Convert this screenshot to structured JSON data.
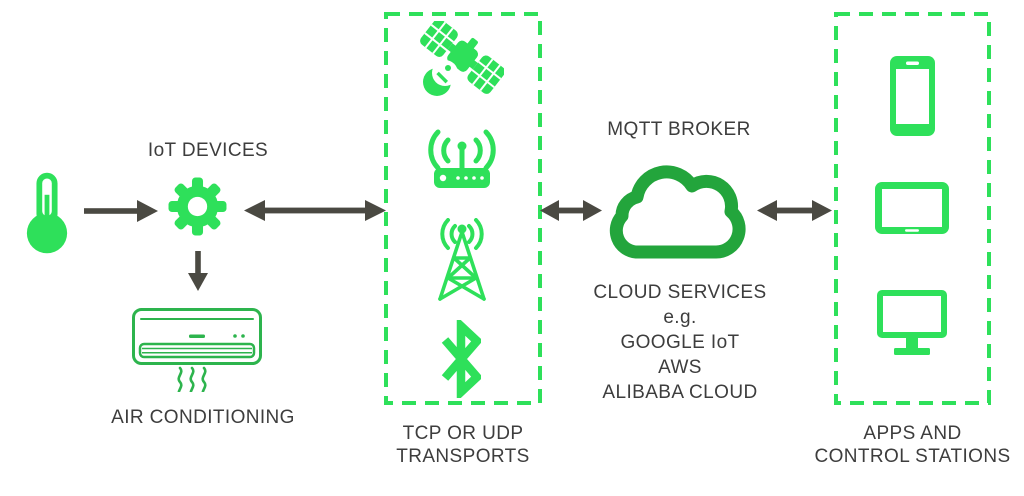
{
  "colors": {
    "bright_green": "#2ee05a",
    "ac_green": "#2db44d",
    "cloud_green": "#23a53c",
    "arrow_gray": "#4a4942",
    "text": "#3d3d3d",
    "background": "#ffffff"
  },
  "devices": {
    "label": "IoT DEVICES",
    "sensor_icon": "thermometer-icon",
    "hub_icon": "gear-icon"
  },
  "air_conditioning": {
    "label": "AIR CONDITIONING",
    "icon": "air-conditioner-icon"
  },
  "transports": {
    "label_line1": "TCP OR UDP",
    "label_line2": "TRANSPORTS",
    "icons": [
      "satellite-icon",
      "wifi-router-icon",
      "radio-tower-icon",
      "bluetooth-icon"
    ]
  },
  "broker": {
    "title": "MQTT BROKER",
    "icon": "cloud-icon",
    "services_heading": "CLOUD SERVICES",
    "eg_label": "e.g.",
    "providers": [
      "GOOGLE IoT",
      "AWS",
      "ALIBABA CLOUD"
    ]
  },
  "apps": {
    "label_line1": "APPS AND",
    "label_line2": "CONTROL STATIONS",
    "icons": [
      "smartphone-icon",
      "tablet-icon",
      "desktop-monitor-icon"
    ]
  }
}
